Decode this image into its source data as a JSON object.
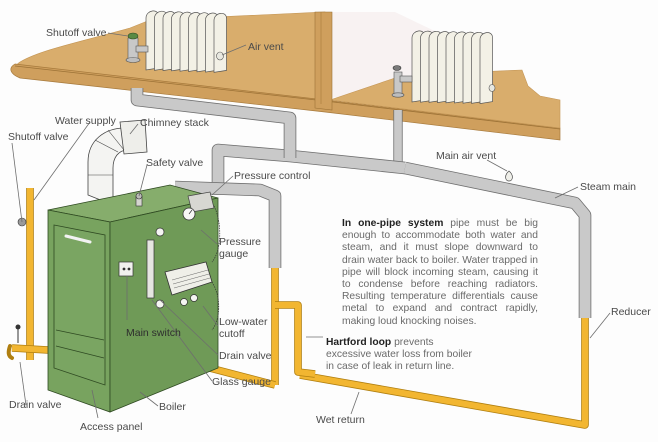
{
  "diagram": {
    "title": "One-pipe steam heating system",
    "colors": {
      "floor": "#d9ad6c",
      "floor_edge": "#c39555",
      "floor_shadow": "#b78b4e",
      "wall_interior": "#f8f3f3",
      "radiator": "#f3f1e6",
      "steam_pipe": "#c9c9c9",
      "steam_pipe_edge": "#6f6f6f",
      "water_pipe": "#f2b631",
      "water_pipe_edge": "#b07f10",
      "boiler_green": "#78a35f",
      "boiler_green_dark": "#5f8b4d",
      "chimney": "#f4f4f2",
      "label_text": "#4a4a4a"
    },
    "labels": {
      "shutoff_valve_top": "Shutoff valve",
      "air_vent": "Air vent",
      "water_supply": "Water supply",
      "chimney_stack": "Chimney stack",
      "shutoff_valve_left": "Shutoff valve",
      "safety_valve": "Safety valve",
      "pressure_control": "Pressure control",
      "pressure_gauge_line1": "Pressure",
      "pressure_gauge_line2": "gauge",
      "main_air_vent": "Main air vent",
      "steam_main": "Steam main",
      "main_switch": "Main switch",
      "low_water_cutoff_line1": "Low-water",
      "low_water_cutoff_line2": "cutoff",
      "drain_valve_boiler": "Drain valve",
      "glass_gauge": "Glass gauge",
      "drain_valve_left": "Drain valve",
      "boiler": "Boiler",
      "access_panel": "Access panel",
      "wet_return": "Wet return",
      "reducer": "Reducer"
    },
    "captions": {
      "one_pipe": {
        "bold": "In one-pipe system",
        "text": " pipe must be big enough to accommodate both water and steam, and it must slope downward to drain water back to boiler. Water trapped in pipe will block incoming steam, causing it to condense before reaching radiators. Resulting temperature differentials cause metal to expand and contract rapidly, making loud knocking noises."
      },
      "hartford_loop": {
        "bold": "Hartford loop",
        "text": " prevents excessive water loss from boiler in case of leak in return line."
      }
    }
  }
}
